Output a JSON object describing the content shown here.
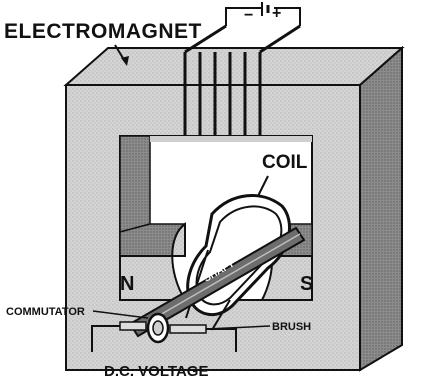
{
  "labels": {
    "electromagnet": "ELECTROMAGNET",
    "coil": "COIL",
    "shaft": "SHAFT",
    "north": "N",
    "south": "S",
    "commutator": "COMMUTATOR",
    "brush": "BRUSH",
    "dc_voltage": "D.C. VOLTAGE",
    "battery_minus": "−",
    "battery_plus": "+"
  },
  "colors": {
    "frame_fill": "#dcdcdc",
    "frame_shade": "#9a9a9a",
    "ink": "#111111",
    "background": "#ffffff"
  }
}
